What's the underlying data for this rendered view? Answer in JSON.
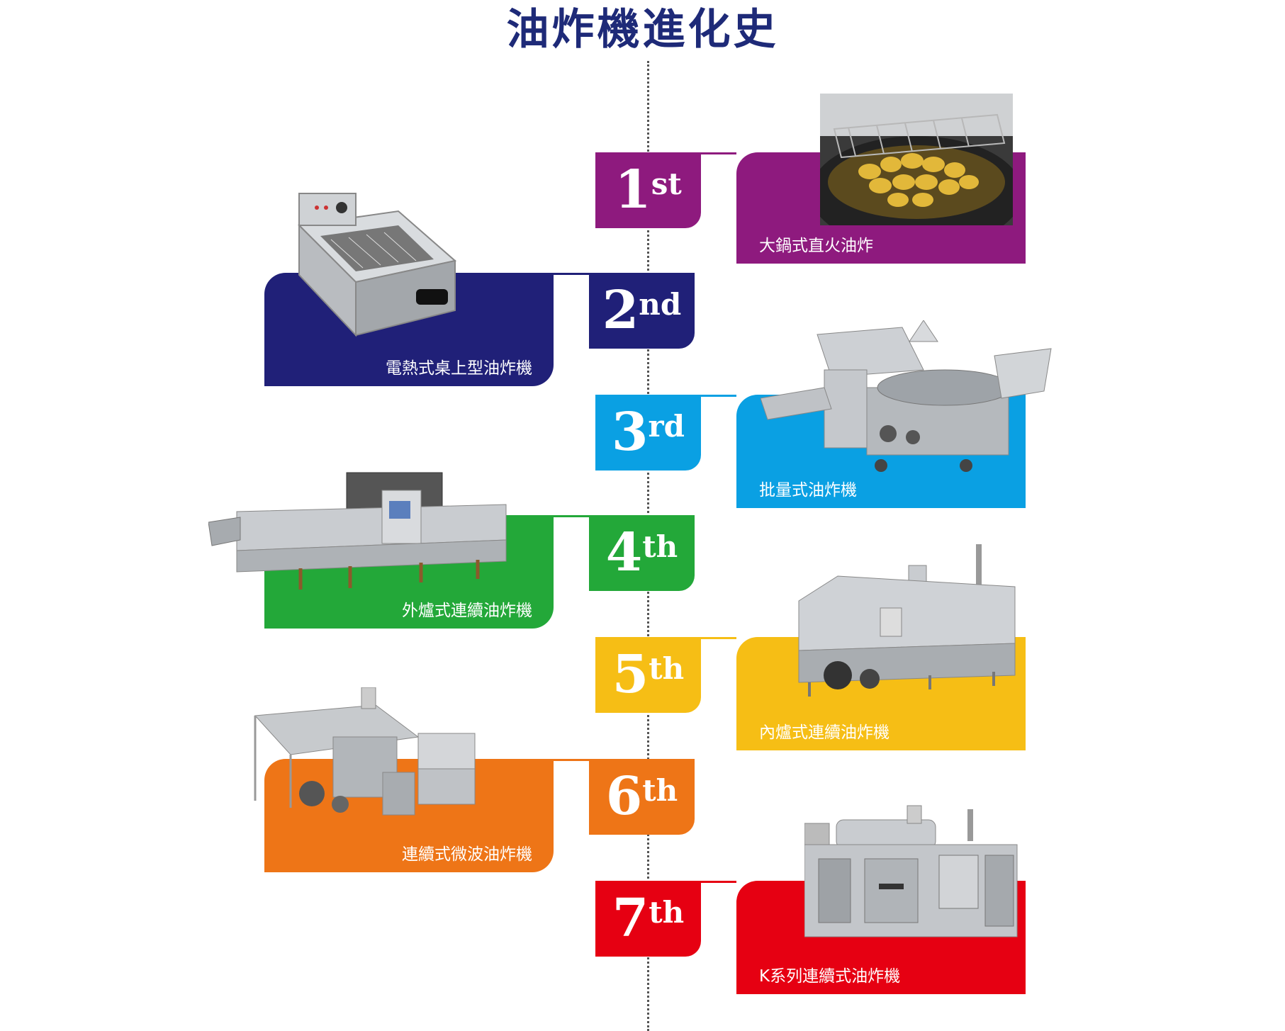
{
  "title": "油炸機進化史",
  "generations": [
    {
      "num": "1",
      "sup": "st",
      "label": "大鍋式直火油炸",
      "color": "#8e1a7e",
      "side": "right",
      "image": "wok-fryer-photo"
    },
    {
      "num": "2",
      "sup": "nd",
      "label": "電熱式桌上型油炸機",
      "color": "#202078",
      "side": "left",
      "image": "tabletop-fryer-photo"
    },
    {
      "num": "3",
      "sup": "rd",
      "label": "批量式油炸機",
      "color": "#0aa0e3",
      "side": "right",
      "image": "batch-fryer-photo"
    },
    {
      "num": "4",
      "sup": "th",
      "label": "外爐式連續油炸機",
      "color": "#23a839",
      "side": "left",
      "image": "external-furnace-fryer-photo"
    },
    {
      "num": "5",
      "sup": "th",
      "label": "內爐式連續油炸機",
      "color": "#f6be15",
      "side": "right",
      "image": "internal-furnace-fryer-photo"
    },
    {
      "num": "6",
      "sup": "th",
      "label": "連續式微波油炸機",
      "color": "#ee7517",
      "side": "left",
      "image": "microwave-fryer-photo"
    },
    {
      "num": "7",
      "sup": "th",
      "label": "K系列連續式油炸機",
      "color": "#e60012",
      "side": "right",
      "image": "k-series-fryer-photo"
    }
  ]
}
